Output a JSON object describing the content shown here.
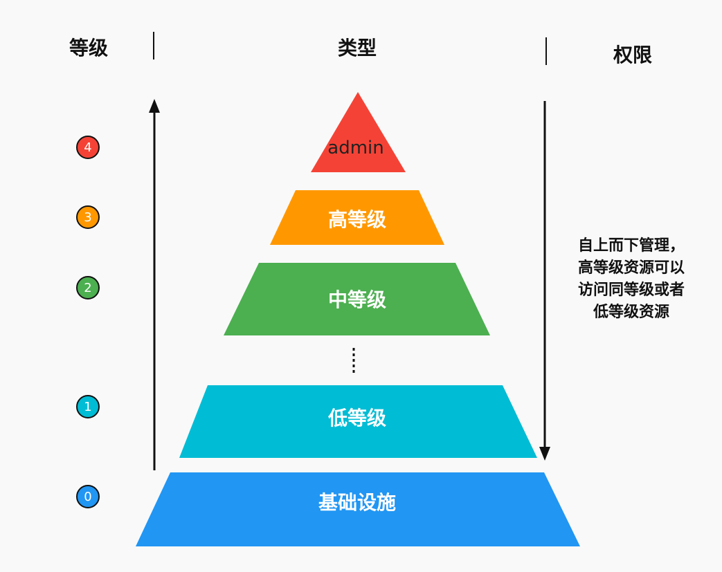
{
  "headers": {
    "level": "等级",
    "type": "类型",
    "permission": "权限"
  },
  "tiers": [
    {
      "level": "4",
      "label": "admin",
      "color": "#f44336",
      "text_color": "#222222"
    },
    {
      "level": "3",
      "label": "高等级",
      "color": "#ff9800",
      "text_color": "#ffffff"
    },
    {
      "level": "2",
      "label": "中等级",
      "color": "#4caf50",
      "text_color": "#ffffff"
    },
    {
      "level": "1",
      "label": "低等级",
      "color": "#00bcd4",
      "text_color": "#ffffff"
    },
    {
      "level": "0",
      "label": "基础设施",
      "color": "#2196f3",
      "text_color": "#ffffff"
    }
  ],
  "permission_text": [
    "自上而下管理，",
    "高等级资源可以",
    "访问同等级或者",
    "低等级资源"
  ],
  "arrows": {
    "left": "up-arrow",
    "right": "down-arrow"
  }
}
